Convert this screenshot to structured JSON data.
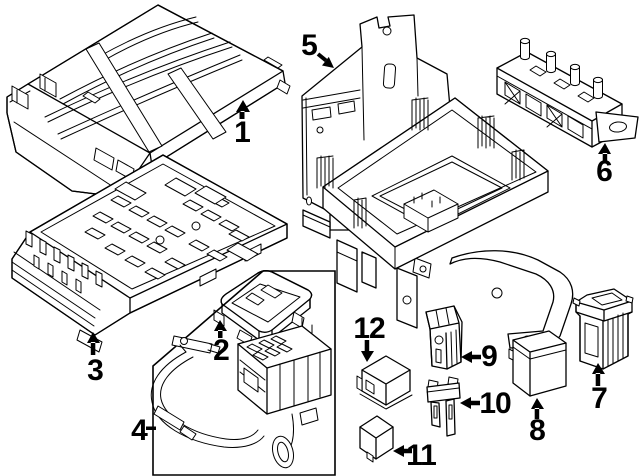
{
  "diagram": {
    "type": "parts-diagram",
    "background_color": "#ffffff",
    "line_color": "#000000",
    "callouts": [
      {
        "label": "1",
        "part": "fuse-box-upper-cover"
      },
      {
        "label": "2",
        "part": "small-access-cover"
      },
      {
        "label": "3",
        "part": "fuse-box-assembly"
      },
      {
        "label": "4",
        "part": "wire-and-fuse-holder-kit"
      },
      {
        "label": "5",
        "part": "mounting-bracket-and-lower-tray"
      },
      {
        "label": "6",
        "part": "terminal-block"
      },
      {
        "label": "7",
        "part": "large-cartridge-fuse"
      },
      {
        "label": "8",
        "part": "large-relay"
      },
      {
        "label": "9",
        "part": "cartridge-fuse"
      },
      {
        "label": "10",
        "part": "fuse-element"
      },
      {
        "label": "11",
        "part": "mini-relay"
      },
      {
        "label": "12",
        "part": "relay"
      }
    ]
  }
}
